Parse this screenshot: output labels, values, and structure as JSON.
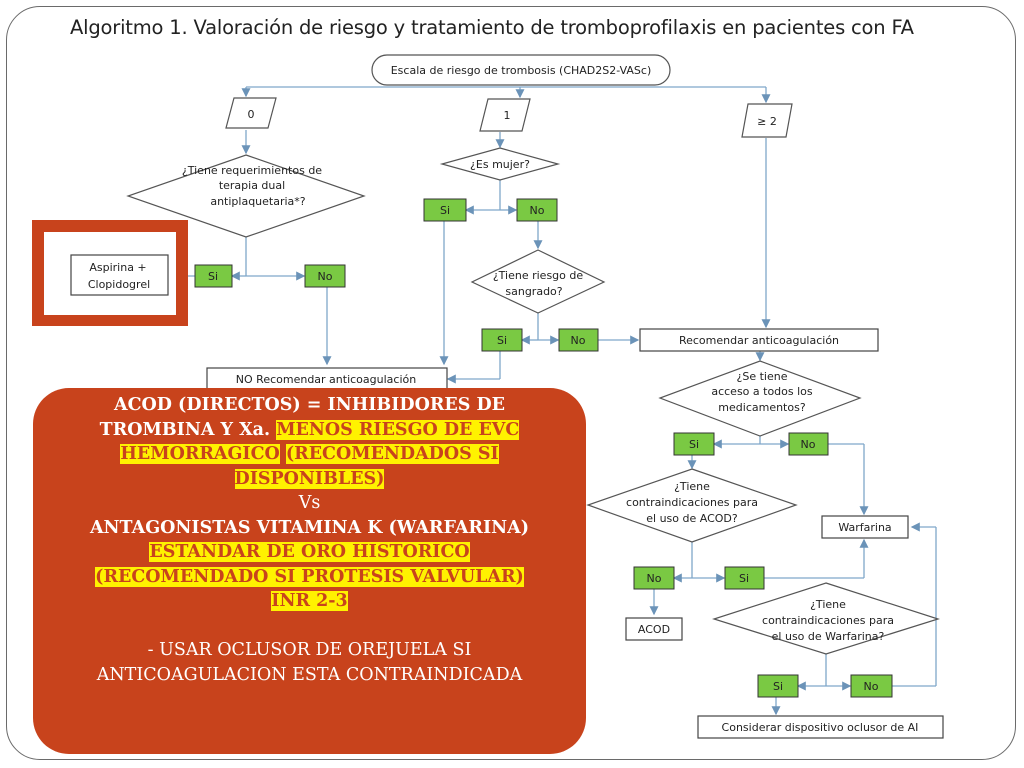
{
  "title": "Algoritmo 1. Valoración de riesgo y tratamiento de tromboprofilaxis en pacientes con FA",
  "flowchart": {
    "start": "Escala de riesgo de trombosis (CHAD2S2-VASc)",
    "score_0": "0",
    "score_1": "1",
    "score_2": "≥ 2",
    "q_dual_line1": "¿Tiene requerimientos de",
    "q_dual_line2": "terapia dual",
    "q_dual_line3": "antiplaquetaria*?",
    "q_woman": "¿Es mujer?",
    "q_bleed_line1": "¿Tiene riesgo de",
    "q_bleed_line2": "sangrado?",
    "q_access_line1": "¿Se tiene",
    "q_access_line2": "acceso a todos los",
    "q_access_line3": "medicamentos?",
    "q_acod_line1": "¿Tiene",
    "q_acod_line2": "contraindicaciones para",
    "q_acod_line3": "el uso de ACOD?",
    "q_warf_line1": "¿Tiene",
    "q_warf_line2": "contraindicaciones para",
    "q_warf_line3": "el uso de Warfarina?",
    "yes": "Si",
    "no": "No",
    "aspirin_line1": "Aspirina +",
    "aspirin_line2": "Clopidogrel",
    "no_recommend": "NO Recomendar anticoagulación",
    "recommend": "Recomendar anticoagulación",
    "warfarin": "Warfarina",
    "acod": "ACOD",
    "occluder": "Considerar dispositivo oclusor de AI"
  },
  "callout": {
    "l1": "ACOD (DIRECTOS) = INHIBIDORES DE",
    "l2a": "TROMBINA Y Xa",
    "l2b": ". ",
    "l2c": "MENOS RIESGO DE EVC",
    "l3a": "HEMORRAGICO",
    "l3b": " ",
    "l3c": "(RECOMENDADOS SI",
    "l4": "DISPONIBLES)",
    "vs": "Vs",
    "l5": "ANTAGONISTAS VITAMINA K (WARFARINA)",
    "l6": "ESTANDAR DE ORO HISTORICO",
    "l7": "(RECOMENDADO SI PROTESIS VALVULAR)",
    "l8": "INR 2-3",
    "l9": "- USAR OCLUSOR DE OREJUELA SI",
    "l10": "ANTICOAGULACION ESTA CONTRAINDICADA"
  },
  "colors": {
    "accent": "#c8431c",
    "highlight": "#fff200",
    "yes_no_box": "#7ac943",
    "arrow": "#7fa7c9"
  }
}
